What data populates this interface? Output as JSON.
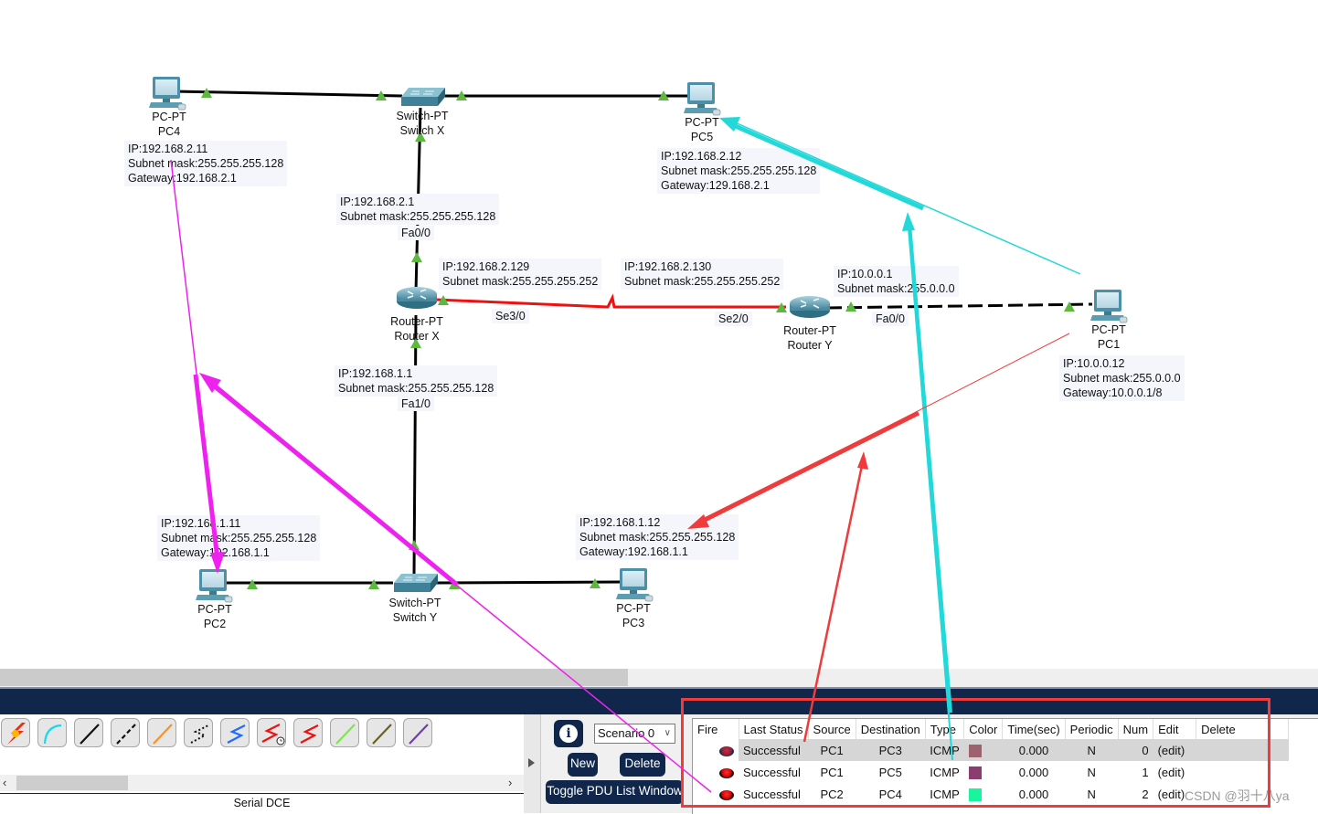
{
  "topology": {
    "devices": [
      {
        "id": "pc4",
        "model": "PC-PT",
        "name": "PC4",
        "type": "pc"
      },
      {
        "id": "switch-x",
        "model": "Switch-PT",
        "name": "Switch X",
        "type": "switch"
      },
      {
        "id": "pc5",
        "model": "PC-PT",
        "name": "PC5",
        "type": "pc"
      },
      {
        "id": "router-x",
        "model": "Router-PT",
        "name": "Router X",
        "type": "router"
      },
      {
        "id": "router-y",
        "model": "Router-PT",
        "name": "Router Y",
        "type": "router"
      },
      {
        "id": "pc1",
        "model": "PC-PT",
        "name": "PC1",
        "type": "pc"
      },
      {
        "id": "pc2",
        "model": "PC-PT",
        "name": "PC2",
        "type": "pc"
      },
      {
        "id": "switch-y",
        "model": "Switch-PT",
        "name": "Switch Y",
        "type": "switch"
      },
      {
        "id": "pc3",
        "model": "PC-PT",
        "name": "PC3",
        "type": "pc"
      }
    ],
    "notes": {
      "pc4": [
        "IP:192.168.2.11",
        "Subnet mask:255.255.255.128",
        "Gateway:192.168.2.1"
      ],
      "pc5": [
        "IP:192.168.2.12",
        "Subnet mask:255.255.255.128",
        "Gateway:129.168.2.1"
      ],
      "rx_fa00": [
        "IP:192.168.2.1",
        "Subnet mask:255.255.255.128"
      ],
      "rx_se30": [
        "IP:192.168.2.129",
        "Subnet mask:255.255.255.252"
      ],
      "ry_se20": [
        "IP:192.168.2.130",
        "Subnet mask:255.255.255.252"
      ],
      "ry_fa00": [
        "IP:10.0.0.1",
        "Subnet mask:255.0.0.0"
      ],
      "pc1": [
        "IP:10.0.0.12",
        "Subnet mask:255.0.0.0",
        "Gateway:10.0.0.1/8"
      ],
      "rx_fa10": [
        "IP:192.168.1.1",
        "Subnet mask:255.255.255.128"
      ],
      "pc2": [
        "IP:192.168.1.11",
        "Subnet mask:255.255.255.128",
        "Gateway:192.168.1.1"
      ],
      "pc3": [
        "IP:192.168.1.12",
        "Subnet mask:255.255.255.128",
        "Gateway:192.168.1.1"
      ]
    },
    "ports": {
      "rx_fa00": "Fa0/0",
      "rx_se30": "Se3/0",
      "ry_se20": "Se2/0",
      "ry_fa00": "Fa0/0",
      "rx_fa10": "Fa1/0"
    },
    "colors": {
      "link": "#000000",
      "serial": "#ee1111",
      "port_up": "#5cb83e",
      "annotation_magenta": "#ee22ee",
      "annotation_cyan": "#22d8d8",
      "annotation_red": "#ef3b3b"
    }
  },
  "connections_panel": {
    "tools": [
      {
        "name": "automatic",
        "icon": "lightning-icon"
      },
      {
        "name": "console",
        "icon": "console-cable-icon"
      },
      {
        "name": "copper-straight",
        "icon": "straight-cable-icon"
      },
      {
        "name": "copper-cross",
        "icon": "cross-cable-icon"
      },
      {
        "name": "fiber",
        "icon": "fiber-cable-icon"
      },
      {
        "name": "phone",
        "icon": "phone-cable-icon"
      },
      {
        "name": "coaxial",
        "icon": "coaxial-cable-icon"
      },
      {
        "name": "serial-dce",
        "icon": "serial-dce-icon"
      },
      {
        "name": "serial-dte",
        "icon": "serial-dte-icon"
      },
      {
        "name": "octal",
        "icon": "octal-cable-icon"
      },
      {
        "name": "iot",
        "icon": "iot-cable-icon"
      },
      {
        "name": "usb",
        "icon": "usb-cable-icon"
      }
    ],
    "selected_type": "Serial DCE"
  },
  "scenario": {
    "info_label": "i",
    "selected": "Scenario 0",
    "new_label": "New",
    "delete_label": "Delete",
    "toggle_label": "Toggle PDU List Window"
  },
  "pdu_list": {
    "columns": [
      "Fire",
      "Last Status",
      "Source",
      "Destination",
      "Type",
      "Color",
      "Time(sec)",
      "Periodic",
      "Num",
      "Edit",
      "Delete"
    ],
    "rows": [
      {
        "status": "Successful",
        "source": "PC1",
        "destination": "PC3",
        "type": "ICMP",
        "color": "#9e626e",
        "time": "0.000",
        "periodic": "N",
        "num": "0",
        "edit": "(edit)",
        "selected": true
      },
      {
        "status": "Successful",
        "source": "PC1",
        "destination": "PC5",
        "type": "ICMP",
        "color": "#8a3d6e",
        "time": "0.000",
        "periodic": "N",
        "num": "1",
        "edit": "(edit)",
        "selected": false
      },
      {
        "status": "Successful",
        "source": "PC2",
        "destination": "PC4",
        "type": "ICMP",
        "color": "#18f59c",
        "time": "0.000",
        "periodic": "N",
        "num": "2",
        "edit": "(edit)",
        "selected": false
      }
    ]
  },
  "watermark": "CSDN @羽十八ya"
}
